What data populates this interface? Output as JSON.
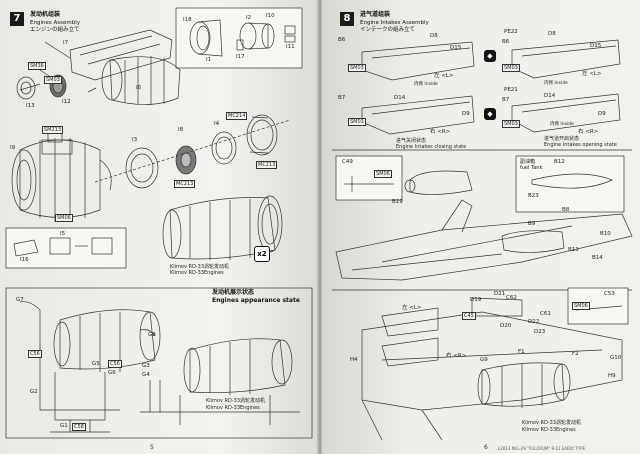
{
  "left_page": {
    "step_number": "7",
    "title_cn": "发动机组装",
    "title_en": "Engines Assembly",
    "title_jp": "エンジンの組み立て",
    "labels": {
      "i7": "I7",
      "i18": "I18",
      "i2": "I2",
      "i10": "I10",
      "i1": "I1",
      "i17": "I17",
      "i11": "I11",
      "sm36": "SM36",
      "sm03": "SM03",
      "i13": "I13",
      "i12": "I12",
      "i6": "I6",
      "mc214": "MC214",
      "i3": "I3",
      "i8": "I8",
      "i4": "I4",
      "sm213": "SM213",
      "mc213_a": "MC213",
      "mc213_b": "MC213",
      "i9": "I9",
      "sm06": "SM06",
      "i5": "I5",
      "i16": "I16"
    },
    "multiplier": "x2",
    "engine_caption": [
      "Klimov RD-33涡轮发动机",
      "Klimov RD-33Engines"
    ],
    "display_title_cn": "发动机展示状态",
    "display_title_en": "Engines appearance state",
    "display_labels": {
      "g7": "G7",
      "g8": "G8",
      "c56_a": "C56",
      "c56_b": "C56",
      "g5": "G5",
      "g6": "G6",
      "g3": "G3",
      "g4": "G4",
      "g2": "G2",
      "g1": "G1",
      "c58": "C58"
    },
    "display_caption": [
      "Klimov RD-33涡轮发动机",
      "Klimov RD-33Engines"
    ],
    "page_number": "5"
  },
  "right_page": {
    "step_number": "8",
    "title_cn": "进气道组装",
    "title_en": "Engine Intakes Assembly",
    "title_jp": "インテークの組み立て",
    "closed_caption": [
      "进气关闭状态",
      "Engine Intakes closing state"
    ],
    "open_caption": [
      "进气道开启状态",
      "Engine Intakes opening state"
    ],
    "labels": {
      "b6": "B6",
      "sm03_a": "SM03",
      "d8_a": "D8",
      "d15_a": "D15",
      "left_a": "左 <L>",
      "inside_a": "内侧 Inside",
      "pe22": "PE22",
      "b6b": "B6",
      "sm03_b": "SM03",
      "d8_b": "D8",
      "d15_b": "D15",
      "left_b": "左 <L>",
      "inside_b": "内侧 Inside",
      "b7": "B7",
      "d14_a": "D14",
      "sm03_c": "SM03",
      "right_a": "右 <R>",
      "d9_a": "D9",
      "pe21": "PE21",
      "b7b": "B7",
      "d14_b": "D14",
      "sm03_d": "SM03",
      "right_b": "右 <R>",
      "d9_b": "D9",
      "inside_c": "内侧 Inside"
    },
    "fuel_labels": {
      "c49": "C49",
      "sm06": "SM06",
      "b19": "B19",
      "fuel_cn": "副油箱",
      "fuel_en": "fuel Tank",
      "b12": "B12",
      "b23": "B23",
      "b8": "B8",
      "b9": "B9",
      "b10": "B10",
      "b13": "B13",
      "b14": "B14"
    },
    "lower_labels": {
      "d19": "D19",
      "d21": "D21",
      "c62": "C62",
      "c45": "C45",
      "c61": "C61",
      "d20": "D20",
      "d22": "D22",
      "d23": "D23",
      "c53": "C53",
      "sm06": "SM06",
      "left": "左 <L>",
      "right": "右 <R>",
      "h4": "H4",
      "g9": "G9",
      "f1": "F1",
      "f2": "F2",
      "g10": "G10",
      "h9": "H9"
    },
    "engine_caption": [
      "Klimov RD-33涡轮发动机",
      "Klimov RD-33Engines"
    ],
    "page_number": "6",
    "footer": "L2013 MiG-29 \"FULCRUM\" 9-12 EARLY TYPE"
  }
}
